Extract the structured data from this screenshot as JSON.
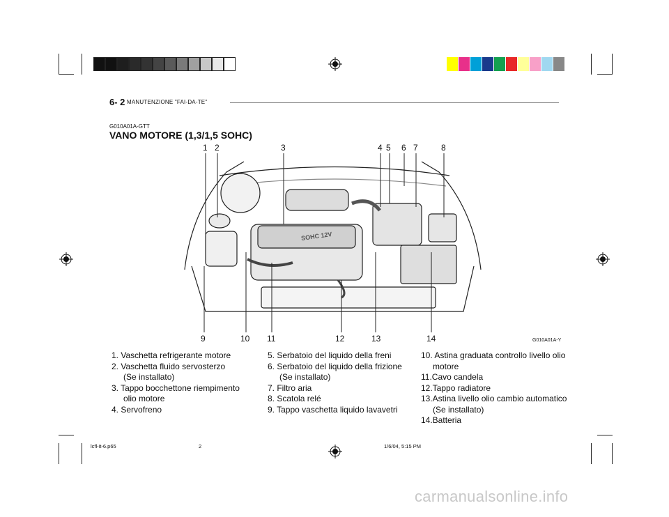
{
  "header": {
    "page_number": "6- 2",
    "section_title": "MANUTENZIONE \"FAI-DA-TE\""
  },
  "figure_code": "G010A01A-GTT",
  "title": "VANO MOTORE (1,3/1,5 SOHC)",
  "diagram": {
    "engine_label": "SOHC 12V",
    "image_code": "G010A01A-Y",
    "top_callouts": [
      "1",
      "2",
      "3",
      "4",
      "5",
      "6",
      "7",
      "8"
    ],
    "bottom_callouts": [
      "9",
      "10",
      "11",
      "12",
      "13",
      "14"
    ]
  },
  "legend": {
    "col1": [
      "1. Vaschetta  refrigerante  motore",
      "2. Vaschetta fluido servosterzo",
      "(Se installato)",
      "3. Tappo  bocchettone  riempimento",
      "olio motore",
      "4. Servofreno"
    ],
    "col2": [
      "5. Serbatoio del liquido della freni",
      "6. Serbatoio del liquido della frizione",
      "(Se installato)",
      "7. Filtro  aria",
      "8. Scatola  relé",
      "9. Tappo  vaschetta  liquido  lavavetri"
    ],
    "col3": [
      "10. Astina graduata controllo livello olio",
      "motore",
      "11.Cavo  candela",
      "12.Tappo  radiatore",
      "13.Astina livello olio cambio automatico",
      "(Se  installato)",
      "14.Batteria"
    ]
  },
  "footer": {
    "file": "lcfl-it-6.p65",
    "page": "2",
    "timestamp": "1/6/04, 5:15 PM"
  },
  "watermark": "carmanualsonline.info",
  "colors": {
    "color_bar": [
      "#ffff00",
      "#e8308a",
      "#00a0d8",
      "#1a3a8c",
      "#14a050",
      "#e82828",
      "#ffff99",
      "#f8a0c8",
      "#a0d8f0",
      "#888888"
    ],
    "gray_bar": [
      "#111111",
      "#111111",
      "#1e1e1e",
      "#2a2a2a",
      "#333333",
      "#444444",
      "#5a5a5a",
      "#7a7a7a",
      "#a0a0a0",
      "#c8c8c8",
      "#e8e8e8",
      "#ffffff"
    ]
  }
}
